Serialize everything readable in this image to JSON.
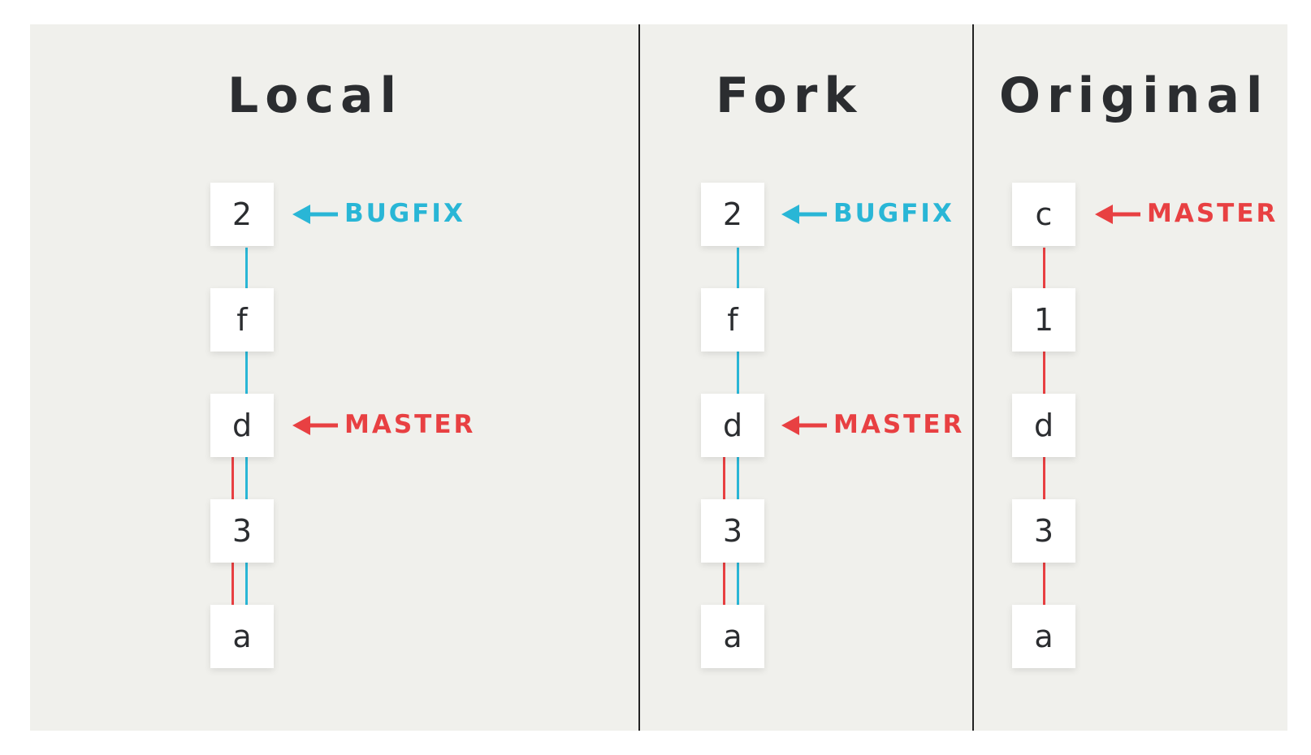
{
  "colors": {
    "bugfix": "#29b6d6",
    "master": "#e84042"
  },
  "panels": [
    {
      "title": "Local",
      "commits": [
        "2",
        "f",
        "d",
        "3",
        "a"
      ],
      "labels": [
        {
          "text": "BUGFIX",
          "branch": "bugfix",
          "row": 0
        },
        {
          "text": "MASTER",
          "branch": "master",
          "row": 2
        }
      ]
    },
    {
      "title": "Fork",
      "commits": [
        "2",
        "f",
        "d",
        "3",
        "a"
      ],
      "labels": [
        {
          "text": "BUGFIX",
          "branch": "bugfix",
          "row": 0
        },
        {
          "text": "MASTER",
          "branch": "master",
          "row": 2
        }
      ]
    },
    {
      "title": "Original",
      "commits": [
        "c",
        "1",
        "d",
        "3",
        "a"
      ],
      "labels": [
        {
          "text": "MASTER",
          "branch": "master",
          "row": 0
        }
      ]
    }
  ]
}
